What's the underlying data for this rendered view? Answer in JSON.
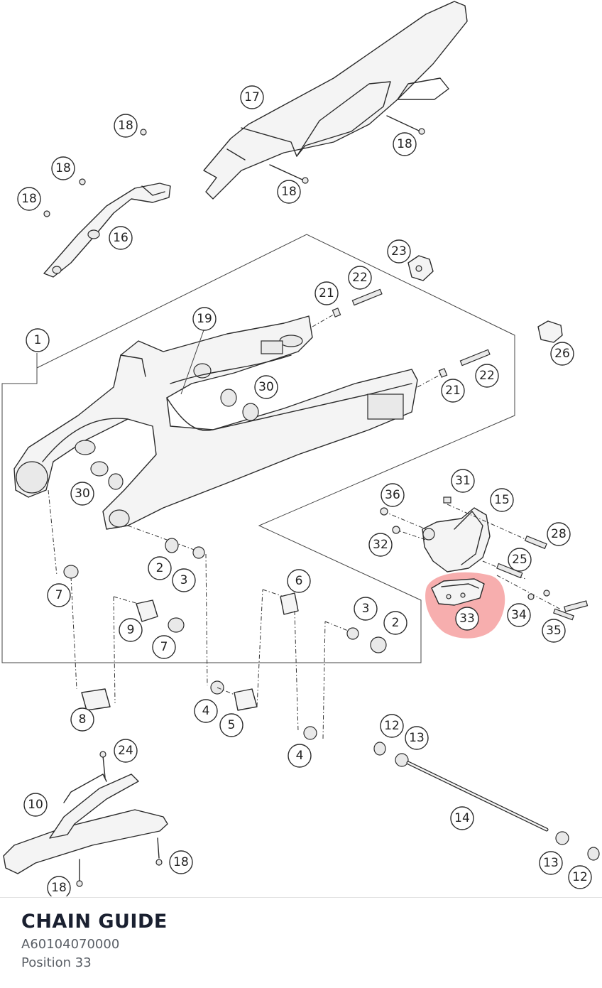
{
  "diagram": {
    "callouts": [
      "1",
      "2",
      "3",
      "4",
      "5",
      "6",
      "7",
      "8",
      "9",
      "10",
      "12",
      "13",
      "14",
      "15",
      "16",
      "17",
      "18",
      "19",
      "21",
      "22",
      "23",
      "24",
      "25",
      "26",
      "28",
      "30",
      "31",
      "32",
      "33",
      "34",
      "35",
      "36"
    ],
    "highlighted_callout": "33",
    "highlight_color": "#f06b6b"
  },
  "part": {
    "name": "CHAIN GUIDE",
    "number": "A60104070000",
    "position_label": "Position 33"
  }
}
